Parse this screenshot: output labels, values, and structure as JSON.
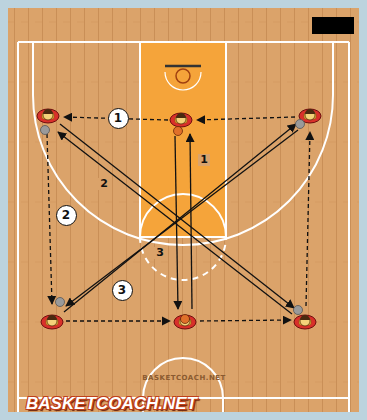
{
  "diagram": {
    "nodes": [
      {
        "text": [
          "1"
        ]
      },
      {
        "text": [
          "2"
        ]
      },
      {
        "text": [
          "3"
        ]
      }
    ],
    "labels": [
      "1",
      "2",
      "3",
      "BASKETCOACH.NET",
      "BASKETCOACH.NET"
    ]
  }
}
